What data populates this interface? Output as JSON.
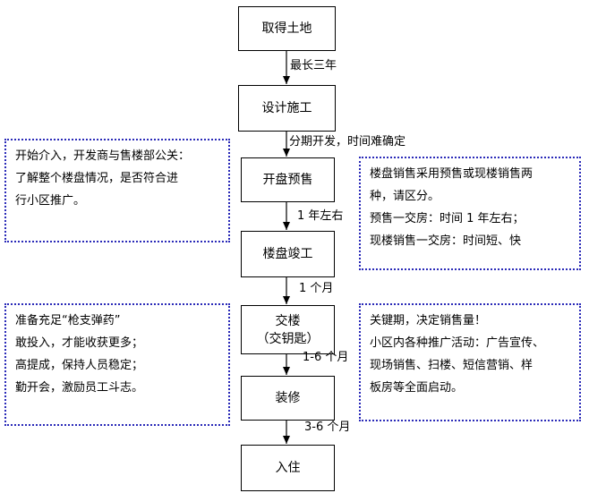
{
  "steps": [
    {
      "label": "取得土地"
    },
    {
      "label": "设计施工"
    },
    {
      "label": "开盘预售"
    },
    {
      "label": "楼盘竣工"
    },
    {
      "label": "交楼",
      "sub": "（交钥匙）"
    },
    {
      "label": "装修"
    },
    {
      "label": "入住"
    }
  ],
  "connectors": [
    {
      "label": "最长三年"
    },
    {
      "label": "分期开发，时间难确定"
    },
    {
      "label": "1 年左右"
    },
    {
      "label": "1 个月"
    },
    {
      "label": "1-6 个月"
    },
    {
      "label": "3-6 个月"
    }
  ],
  "notes": {
    "left_top": [
      "开始介入，开发商与售楼部公关：",
      "了解整个楼盘情况，是否符合进",
      "行小区推广。"
    ],
    "right_top": [
      "楼盘销售采用预售或现楼销售两",
      "种，请区分。",
      "预售一交房：时间 1 年左右；",
      "现楼销售一交房：时间短、快"
    ],
    "left_bottom": [
      "准备充足“枪支弹药”",
      "敢投入，才能收获更多；",
      "高提成，保持人员稳定；",
      "勤开会，激励员工斗志。"
    ],
    "right_bottom": [
      "关键期，决定销售量！",
      "小区内各种推广活动：广告宣传、",
      "现场销售、扫楼、短信营销、样",
      "板房等全面启动。"
    ]
  },
  "colors": {
    "box_border": "#000000",
    "note_border": "#2a2ab8",
    "arrow": "#000000"
  }
}
